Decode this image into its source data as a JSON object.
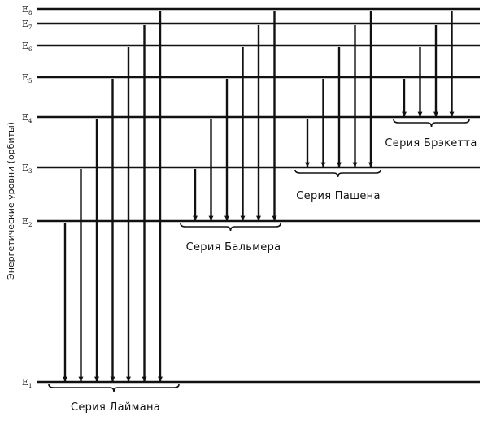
{
  "axis_label": "Энергетические уровни (орбиты)",
  "levels": [
    {
      "base": "E",
      "sub": "1"
    },
    {
      "base": "E",
      "sub": "2"
    },
    {
      "base": "E",
      "sub": "3"
    },
    {
      "base": "E",
      "sub": "4"
    },
    {
      "base": "E",
      "sub": "5"
    },
    {
      "base": "E",
      "sub": "6"
    },
    {
      "base": "E",
      "sub": "7"
    },
    {
      "base": "E",
      "sub": "8"
    }
  ],
  "series": [
    {
      "name": "Серия Лаймана",
      "lower_level": 1,
      "from_levels": [
        2,
        3,
        4,
        5,
        6,
        7,
        8
      ]
    },
    {
      "name": "Серия Бальмера",
      "lower_level": 2,
      "from_levels": [
        3,
        4,
        5,
        6,
        7,
        8
      ]
    },
    {
      "name": "Серия Пашена",
      "lower_level": 3,
      "from_levels": [
        4,
        5,
        6,
        7,
        8
      ]
    },
    {
      "name": "Серия Брэкетта",
      "lower_level": 4,
      "from_levels": [
        5,
        6,
        7,
        8
      ]
    }
  ],
  "colors": {
    "ink": "#111111",
    "background": "#ffffff"
  }
}
